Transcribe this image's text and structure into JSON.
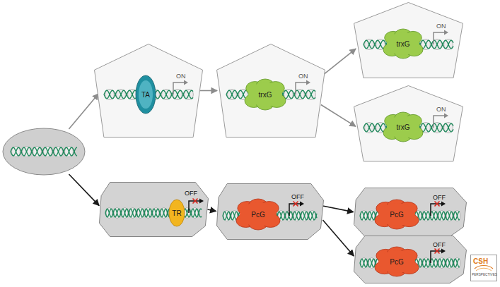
{
  "diagram": {
    "nodes": [
      {
        "text": []
      },
      {
        "text": [
          "ON"
        ]
      },
      {
        "text": [
          "TA"
        ],
        "in": 1
      },
      {
        "text": [
          "ON"
        ]
      },
      {
        "text": [
          "trxG"
        ],
        "in": 3
      },
      {
        "text": [
          "ON"
        ]
      },
      {
        "text": [
          "trxG"
        ],
        "in": 5
      },
      {
        "text": [
          "ON"
        ]
      },
      {
        "text": [
          "trxG"
        ],
        "in": 7
      },
      {
        "text": [
          "OFF"
        ]
      },
      {
        "text": [
          "TR"
        ],
        "in": 9
      },
      {
        "text": [
          "OFF"
        ]
      },
      {
        "text": [
          "PcG"
        ],
        "in": 11
      },
      {
        "text": [
          "OFF"
        ]
      },
      {
        "text": [
          "PcG"
        ],
        "in": 13
      },
      {
        "text": [
          "OFF"
        ]
      },
      {
        "text": [
          "PcG"
        ],
        "in": 15
      }
    ],
    "edges": [
      {
        "from": 0,
        "to": 1,
        "arrow": "to"
      },
      {
        "from": 1,
        "to": 3,
        "arrow": "to"
      },
      {
        "from": 3,
        "to": 5,
        "arrow": "to"
      },
      {
        "from": 3,
        "to": 7,
        "arrow": "to"
      },
      {
        "from": 0,
        "to": 9,
        "arrow": "to"
      },
      {
        "from": 9,
        "to": 11,
        "arrow": "to"
      },
      {
        "from": 11,
        "to": 13,
        "arrow": "to"
      },
      {
        "from": 11,
        "to": 15,
        "arrow": "to"
      }
    ],
    "labels": [
      "CSH",
      "PERSPECTIVES"
    ]
  }
}
